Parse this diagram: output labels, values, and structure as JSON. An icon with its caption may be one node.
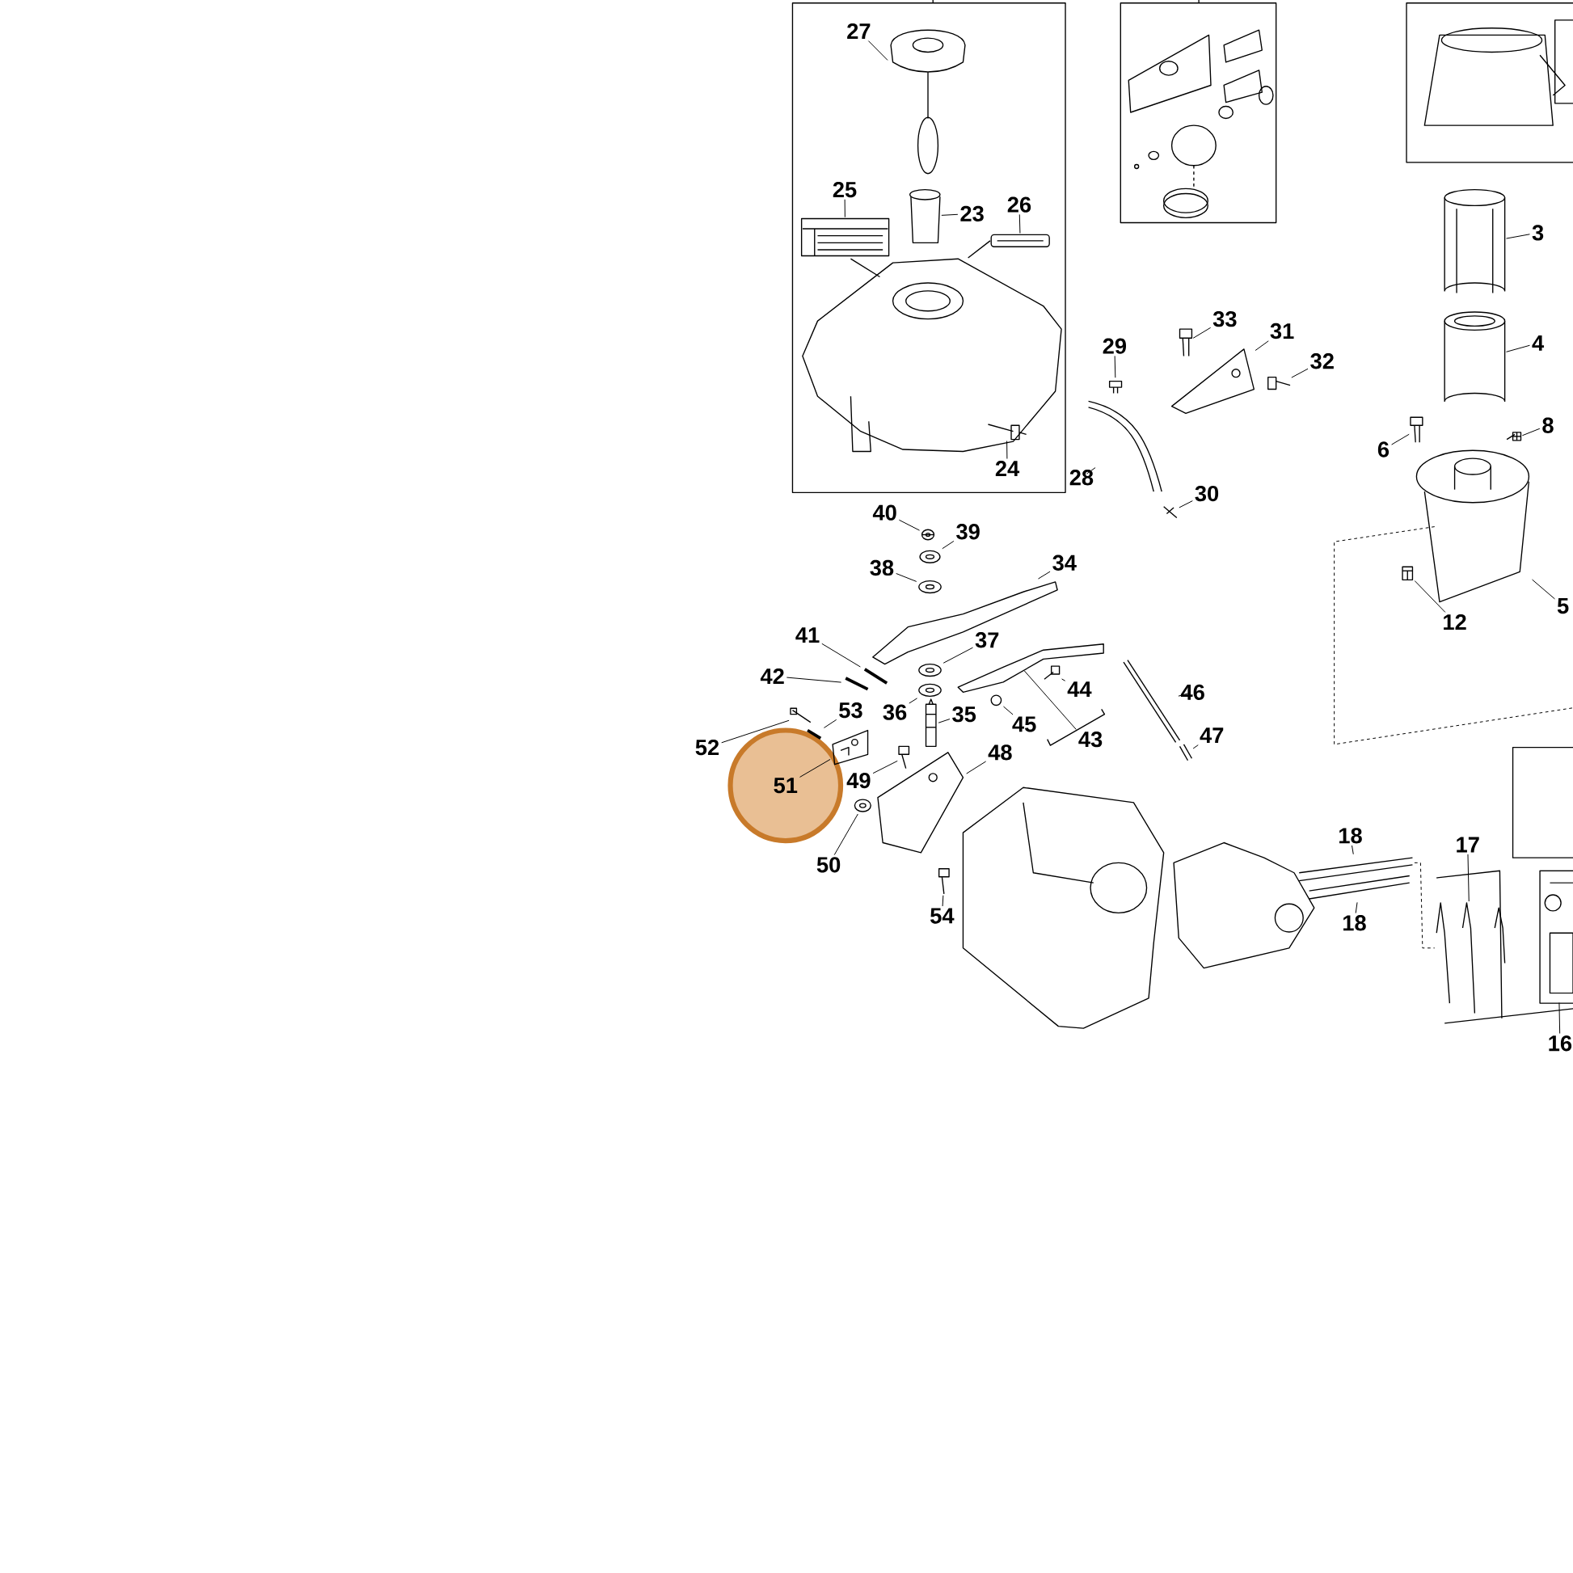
{
  "diagram": {
    "nodes": [
      {
        "text": [
          "27"
        ]
      },
      {
        "text": [
          "25"
        ]
      },
      {
        "text": [
          "26"
        ]
      },
      {
        "text": [
          "23"
        ]
      },
      {
        "text": [
          "33"
        ]
      },
      {
        "text": [
          "3"
        ]
      },
      {
        "text": [
          "31"
        ]
      },
      {
        "text": [
          "4"
        ]
      },
      {
        "text": [
          "29"
        ]
      },
      {
        "text": [
          "32"
        ]
      },
      {
        "text": [
          "8"
        ]
      },
      {
        "text": [
          "6"
        ]
      },
      {
        "text": [
          "28"
        ]
      },
      {
        "text": [
          "24"
        ]
      },
      {
        "text": [
          "30"
        ]
      },
      {
        "text": [
          "40"
        ]
      },
      {
        "text": [
          "39"
        ]
      },
      {
        "text": [
          "34"
        ]
      },
      {
        "text": [
          "38"
        ]
      },
      {
        "text": [
          "5"
        ]
      },
      {
        "text": [
          "12"
        ]
      },
      {
        "text": [
          "41"
        ]
      },
      {
        "text": [
          "37"
        ]
      },
      {
        "text": [
          "42"
        ]
      },
      {
        "text": [
          "44"
        ]
      },
      {
        "text": [
          "46"
        ]
      },
      {
        "text": [
          "53"
        ]
      },
      {
        "text": [
          "36"
        ]
      },
      {
        "text": [
          "35"
        ]
      },
      {
        "text": [
          "45"
        ]
      },
      {
        "text": [
          "47"
        ]
      },
      {
        "text": [
          "43"
        ]
      },
      {
        "text": [
          "52"
        ]
      },
      {
        "text": [
          "48"
        ]
      },
      {
        "text": [
          "49"
        ]
      },
      {
        "text": [
          "51"
        ]
      },
      {
        "text": [
          "50"
        ]
      },
      {
        "text": [
          "18"
        ]
      },
      {
        "text": [
          "17"
        ]
      },
      {
        "text": [
          "18"
        ]
      },
      {
        "text": [
          "54"
        ]
      },
      {
        "text": [
          "16"
        ]
      },
      {
        "text": [],
        "shape": "picture"
      },
      {
        "text": [],
        "shape": "picture"
      },
      {
        "text": [],
        "shape": "picture"
      },
      {
        "text": [],
        "shape": "picture"
      },
      {
        "text": [],
        "shape": "picture"
      },
      {
        "text": [],
        "shape": "picture"
      },
      {
        "text": [],
        "shape": "picture"
      },
      {
        "text": [],
        "shape": "picture"
      },
      {
        "text": [],
        "shape": "picture"
      },
      {
        "text": [],
        "shape": "picture"
      },
      {
        "text": [],
        "shape": "picture"
      },
      {
        "text": [],
        "shape": "picture"
      },
      {
        "text": [],
        "shape": "picture"
      },
      {
        "text": [],
        "shape": "picture"
      },
      {
        "text": [],
        "shape": "picture"
      },
      {
        "text": [],
        "shape": "picture"
      },
      {
        "text": [],
        "shape": "picture"
      },
      {
        "text": [],
        "shape": "picture"
      },
      {
        "text": [],
        "shape": "picture"
      },
      {
        "text": [],
        "shape": "picture"
      },
      {
        "text": [],
        "shape": "picture"
      },
      {
        "text": [],
        "shape": "picture"
      },
      {
        "text": [],
        "shape": "picture"
      },
      {
        "text": [],
        "shape": "picture"
      },
      {
        "text": [],
        "shape": "picture"
      },
      {
        "text": [],
        "shape": "picture"
      },
      {
        "text": [],
        "shape": "picture"
      },
      {
        "text": [],
        "shape": "picture"
      },
      {
        "text": [],
        "shape": "picture"
      },
      {
        "text": [],
        "shape": "picture"
      },
      {
        "text": [],
        "shape": "picture"
      },
      {
        "text": [],
        "shape": "picture"
      },
      {
        "text": [],
        "shape": "picture"
      },
      {
        "text": [],
        "shape": "picture"
      },
      {
        "text": [],
        "shape": "picture"
      },
      {
        "text": [],
        "shape": "picture"
      },
      {
        "text": [],
        "shape": "picture"
      },
      {
        "text": [],
        "shape": "picture"
      },
      {
        "text": [],
        "shape": "picture"
      },
      {
        "text": [],
        "shape": "picture"
      },
      {
        "text": [],
        "shape": "picture"
      },
      {
        "text": [],
        "shape": "picture"
      }
    ],
    "edges": [
      {
        "from": 0,
        "to": 42,
        "arrow": "none"
      },
      {
        "from": 1,
        "to": 43,
        "arrow": "none"
      },
      {
        "from": 2,
        "to": 44,
        "arrow": "none"
      },
      {
        "from": 3,
        "to": 45,
        "arrow": "none"
      },
      {
        "from": 4,
        "to": 46,
        "arrow": "none"
      },
      {
        "from": 5,
        "to": 47,
        "arrow": "none"
      },
      {
        "from": 6,
        "to": 48,
        "arrow": "none"
      },
      {
        "from": 7,
        "to": 49,
        "arrow": "none"
      },
      {
        "from": 8,
        "to": 50,
        "arrow": "none"
      },
      {
        "from": 9,
        "to": 51,
        "arrow": "none"
      },
      {
        "from": 10,
        "to": 52,
        "arrow": "none"
      },
      {
        "from": 11,
        "to": 53,
        "arrow": "none"
      },
      {
        "from": 12,
        "to": 54,
        "arrow": "none"
      },
      {
        "from": 13,
        "to": 55,
        "arrow": "none"
      },
      {
        "from": 14,
        "to": 56,
        "arrow": "none"
      },
      {
        "from": 15,
        "to": 57,
        "arrow": "none"
      },
      {
        "from": 16,
        "to": 58,
        "arrow": "none"
      },
      {
        "from": 17,
        "to": 59,
        "arrow": "none"
      },
      {
        "from": 18,
        "to": 60,
        "arrow": "none"
      },
      {
        "from": 19,
        "to": 61,
        "arrow": "none"
      },
      {
        "from": 20,
        "to": 62,
        "arrow": "none"
      },
      {
        "from": 21,
        "to": 63,
        "arrow": "none"
      },
      {
        "from": 22,
        "to": 64,
        "arrow": "none"
      },
      {
        "from": 23,
        "to": 65,
        "arrow": "none"
      },
      {
        "from": 24,
        "to": 66,
        "arrow": "none"
      },
      {
        "from": 25,
        "to": 67,
        "arrow": "none"
      },
      {
        "from": 26,
        "to": 68,
        "arrow": "none"
      },
      {
        "from": 27,
        "to": 69,
        "arrow": "none"
      },
      {
        "from": 28,
        "to": 70,
        "arrow": "none"
      },
      {
        "from": 29,
        "to": 71,
        "arrow": "none"
      },
      {
        "from": 30,
        "to": 72,
        "arrow": "none"
      },
      {
        "from": 31,
        "to": 73,
        "arrow": "none"
      },
      {
        "from": 32,
        "to": 74,
        "arrow": "none"
      },
      {
        "from": 33,
        "to": 75,
        "arrow": "none"
      },
      {
        "from": 34,
        "to": 76,
        "arrow": "none"
      },
      {
        "from": 35,
        "to": 77,
        "arrow": "none"
      },
      {
        "from": 36,
        "to": 78,
        "arrow": "none"
      },
      {
        "from": 37,
        "to": 79,
        "arrow": "none"
      },
      {
        "from": 38,
        "to": 80,
        "arrow": "none"
      },
      {
        "from": 39,
        "to": 81,
        "arrow": "none"
      },
      {
        "from": 40,
        "to": 82,
        "arrow": "none"
      },
      {
        "from": 41,
        "to": 83,
        "arrow": "none"
      }
    ]
  }
}
